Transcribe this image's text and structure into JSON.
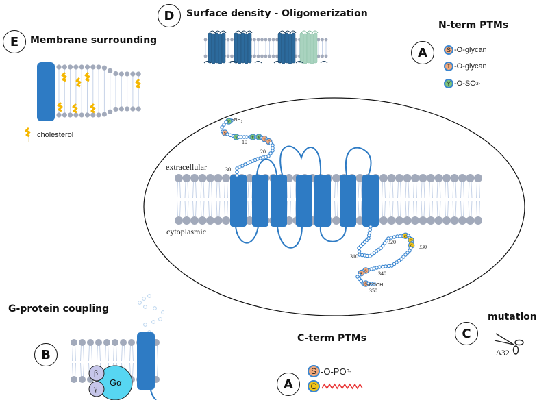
{
  "panels": {
    "E": {
      "badge": "E",
      "title": "Membrane surrounding",
      "legend_label": "cholesterol"
    },
    "D": {
      "badge": "D",
      "title": "Surface density - Oligomerization"
    },
    "N_term": {
      "title": "N-term PTMs",
      "badge": "A",
      "items": [
        {
          "residue": "S",
          "label": "-O-glycan",
          "color": "#f2a97c"
        },
        {
          "residue": "T",
          "label": "-O-glycan",
          "color": "#f2a97c"
        },
        {
          "residue": "Y",
          "label": "-O-SO",
          "subscript": "3",
          "superscript": "-",
          "color": "#7cc47a"
        }
      ]
    },
    "main": {
      "extracellular_label": "extracellular",
      "cytoplasmic_label": "cytoplasmic",
      "n_terminus_label": "-NH",
      "n_terminus_sub": "2",
      "c_terminus_label": "-COOH",
      "residue_numbers": [
        "10",
        "20",
        "30",
        "310",
        "320",
        "330",
        "340",
        "350"
      ],
      "n_term_marked_residues": [
        "Y",
        "S",
        "Y",
        "Y",
        "Y",
        "T",
        "S"
      ],
      "c_term_marked_residues": [
        "C",
        "C",
        "C",
        "S",
        "S",
        "S",
        "S"
      ]
    },
    "B": {
      "badge": "B",
      "title": "G-protein coupling",
      "g_alpha": "Gα",
      "g_beta": "β",
      "g_gamma": "γ"
    },
    "C_term": {
      "title": "C-term PTMs",
      "badge": "A",
      "items": [
        {
          "residue": "S",
          "label": "-O-PO",
          "subscript": "3",
          "superscript": "-",
          "color": "#f2a97c"
        },
        {
          "residue": "C",
          "label": "palmitoylation",
          "color": "#f0c419"
        }
      ]
    },
    "C": {
      "badge": "C",
      "title": "mutations",
      "mutation_label": "Δ32"
    }
  },
  "colors": {
    "helix": "#2e7bc4",
    "lipid_head": "#a2aabb",
    "lipid_tail": "#c6d3e8",
    "cholesterol": "#f5b700",
    "oligomer_dark": "#2c6a9c",
    "oligomer_light": "#a9d3bf",
    "g_alpha": "#57d6f2",
    "g_betagamma": "#c6c6ea",
    "palmitoyl": "#e83030"
  }
}
